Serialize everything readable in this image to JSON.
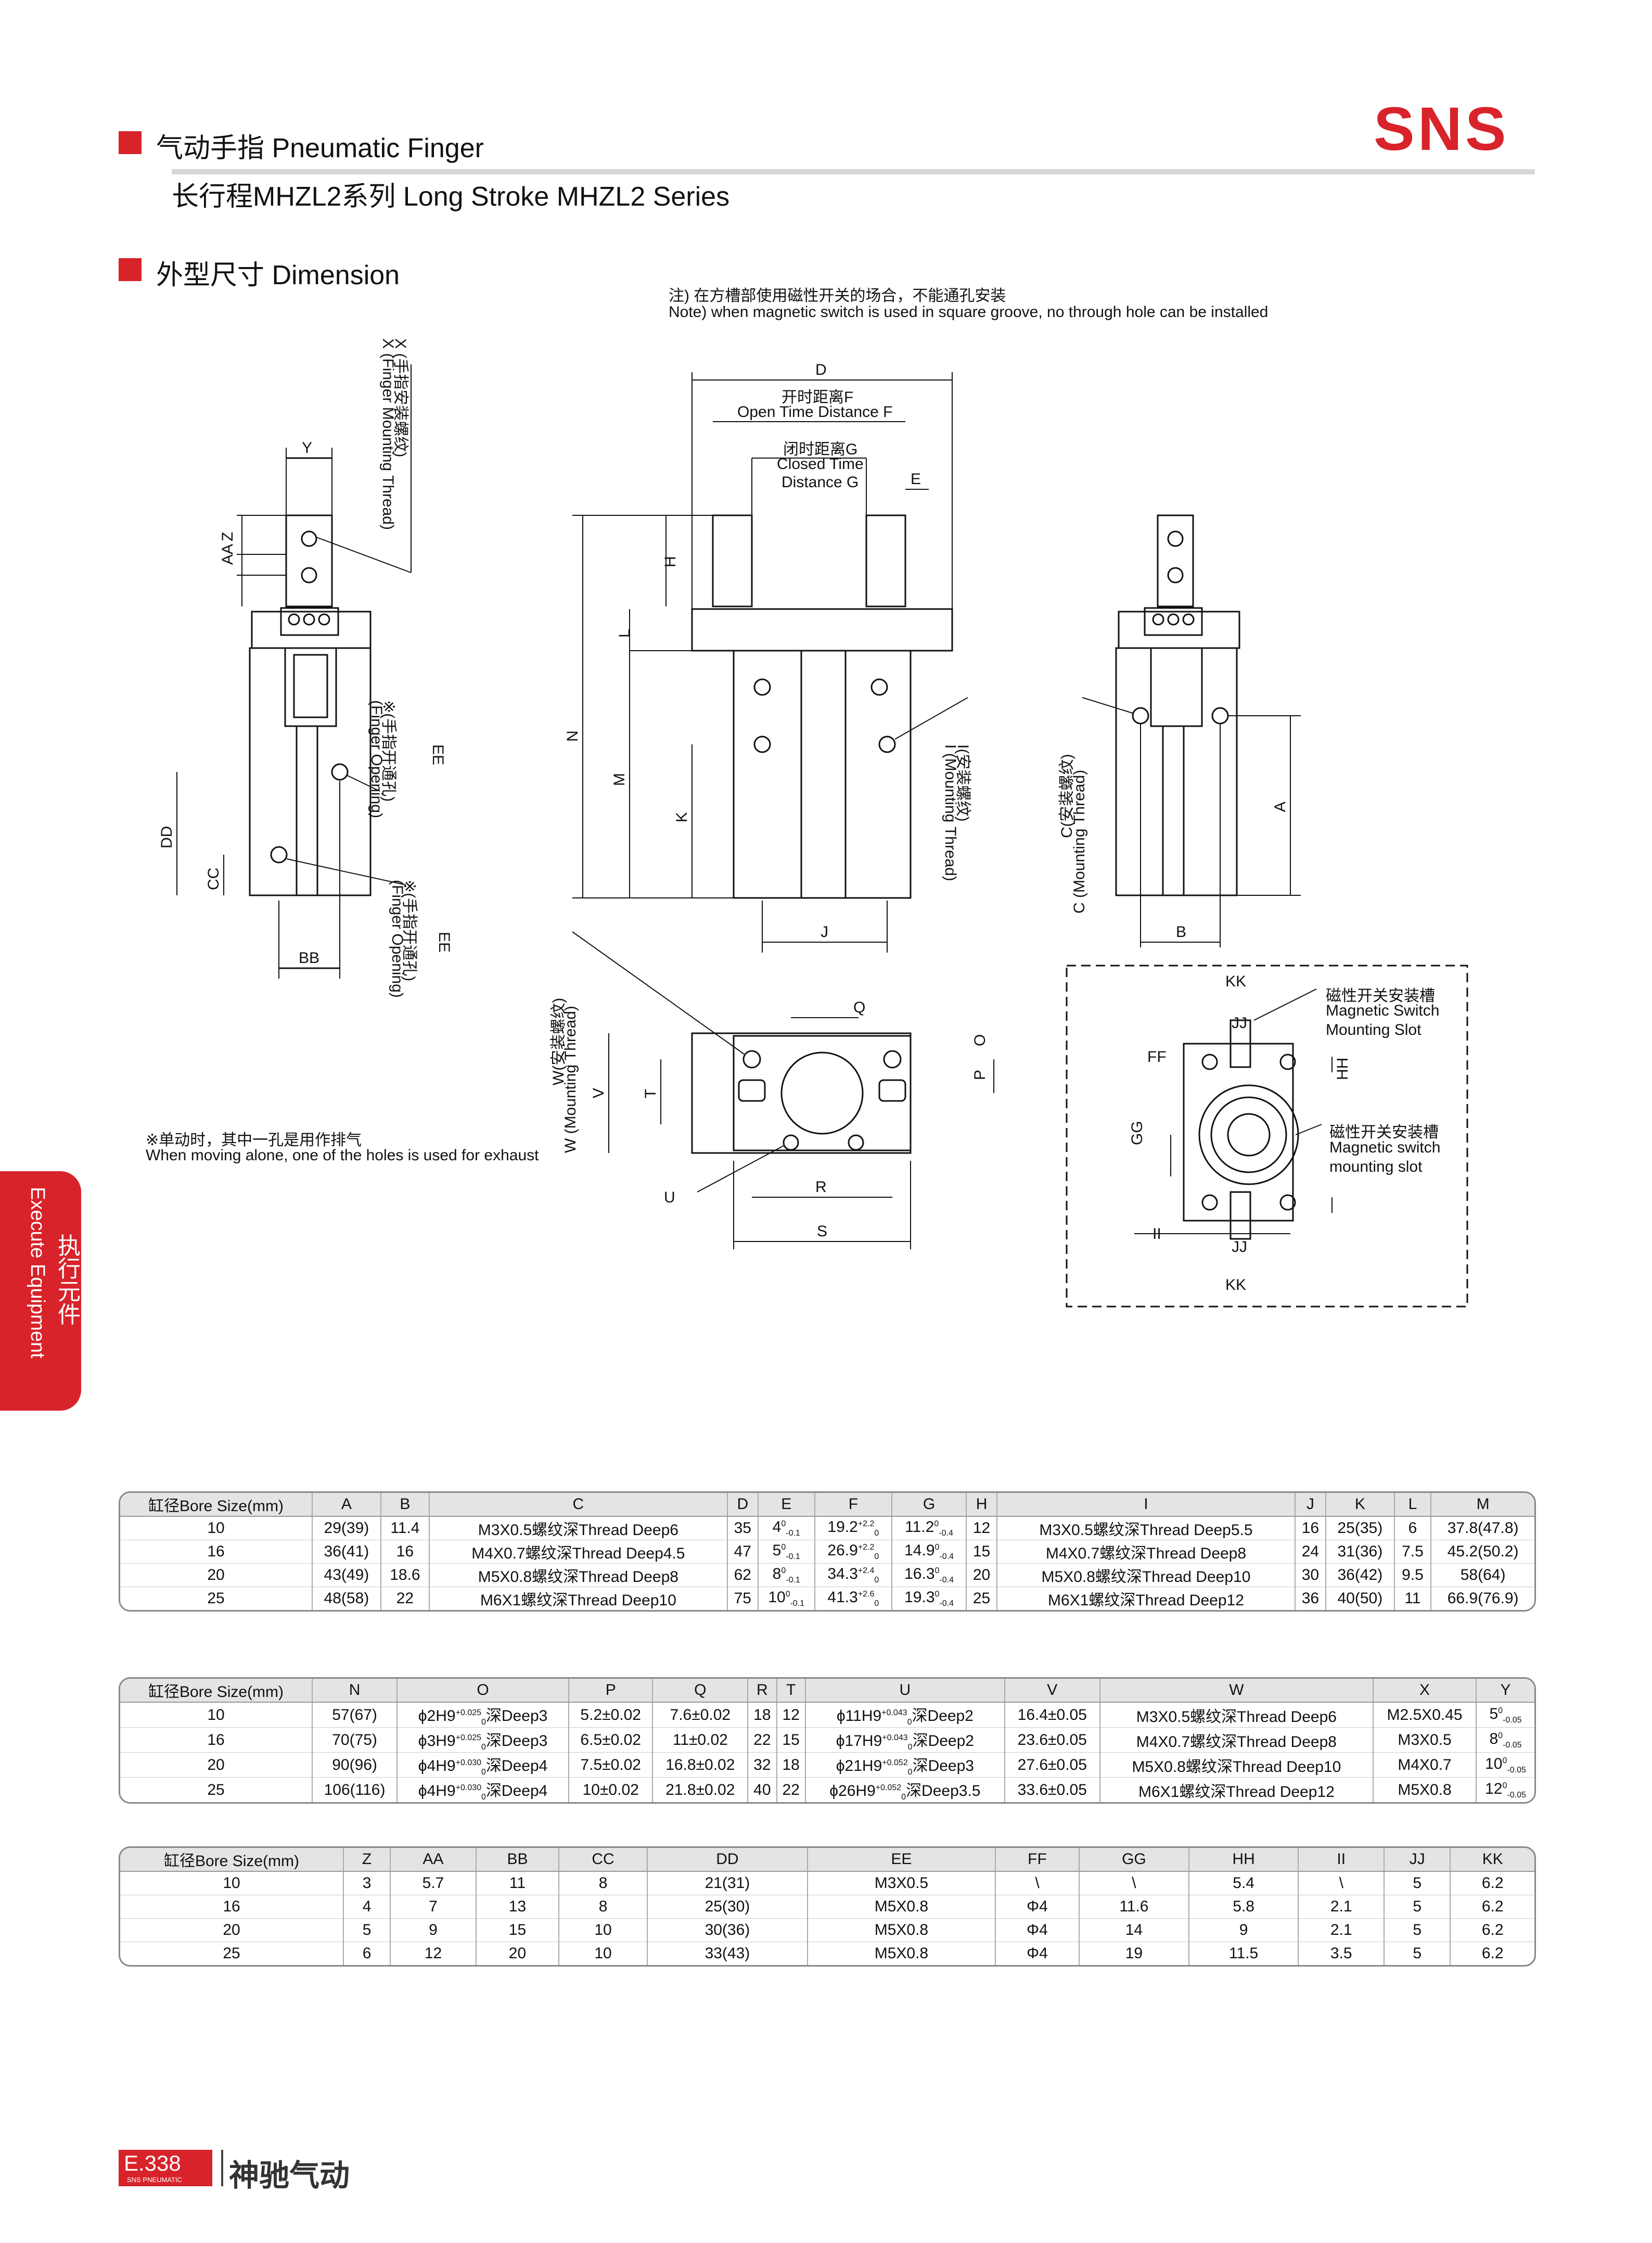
{
  "header": {
    "title": "气动手指 Pneumatic Finger",
    "subtitle": "长行程MHZL2系列 Long Stroke MHZL2 Series",
    "logo": "SNS",
    "accent_color": "#d8232a"
  },
  "section": {
    "title": "外型尺寸 Dimension"
  },
  "notes": {
    "groove_cn": "注) 在方槽部使用磁性开关的场合，不能通孔安装",
    "groove_en": "Note) when magnetic switch is used in square groove, no through hole can be installed",
    "exhaust_cn": "※单动时，其中一孔是用作排气",
    "exhaust_en": "When moving alone, one of the holes is used for exhaust"
  },
  "drawing_labels": {
    "x_cn": "X (手指安装螺纹)",
    "x_en": "X (Finger Mounting Thread)",
    "finger_open_cn": "※(手指开通孔)",
    "finger_open_en": "(Finger Opening)",
    "ee": "EE",
    "open_f_cn": "开时距离F",
    "open_f_en": "Open Time Distance F",
    "closed_g_cn": "闭时距离G",
    "closed_g_en1": "Closed Time",
    "closed_g_en2": "Distance G",
    "i_cn": "I(安装螺纹)",
    "i_en": "I (Mounting Thread)",
    "c_cn": "C(安装螺纹)",
    "c_en": "C (Mounting Thread)",
    "w_cn": "W(安装螺纹)",
    "w_en": "W (Mounting Thread)",
    "mag_slot_cn": "磁性开关安装槽",
    "mag_slot_en1": "Magnetic Switch",
    "mag_slot_en2": "Mounting Slot",
    "mag_slot2_cn": "磁性开关安装槽",
    "mag_slot2_en1": "Magnetic switch",
    "mag_slot2_en2": "mounting slot",
    "letters": [
      "D",
      "E",
      "H",
      "L",
      "N",
      "M",
      "K",
      "J",
      "A",
      "B",
      "Y",
      "Z",
      "AA",
      "DD",
      "CC",
      "BB",
      "Q",
      "O",
      "P",
      "T",
      "V",
      "U",
      "R",
      "S",
      "KK",
      "JJ",
      "FF",
      "HH",
      "GG",
      "II"
    ]
  },
  "side_tab": {
    "cn": "执行元件",
    "en": "Execute Equipment"
  },
  "table1": {
    "headers": [
      "缸径Bore Size(mm)",
      "A",
      "B",
      "C",
      "D",
      "E",
      "F",
      "G",
      "H",
      "I",
      "J",
      "K",
      "L",
      "M"
    ],
    "rows": [
      [
        "10",
        "29(39)",
        "11.4",
        "M3X0.5螺纹深Thread Deep6",
        "35",
        "4",
        "19.2",
        "11.2",
        "12",
        "M3X0.5螺纹深Thread Deep5.5",
        "16",
        "25(35)",
        "6",
        "37.8(47.8)"
      ],
      [
        "16",
        "36(41)",
        "16",
        "M4X0.7螺纹深Thread Deep4.5",
        "47",
        "5",
        "26.9",
        "14.9",
        "15",
        "M4X0.7螺纹深Thread Deep8",
        "24",
        "31(36)",
        "7.5",
        "45.2(50.2)"
      ],
      [
        "20",
        "43(49)",
        "18.6",
        "M5X0.8螺纹深Thread Deep8",
        "62",
        "8",
        "34.3",
        "16.3",
        "20",
        "M5X0.8螺纹深Thread Deep10",
        "30",
        "36(42)",
        "9.5",
        "58(64)"
      ],
      [
        "25",
        "48(58)",
        "22",
        "M6X1螺纹深Thread Deep10",
        "75",
        "10",
        "41.3",
        "19.3",
        "25",
        "M6X1螺纹深Thread Deep12",
        "36",
        "40(50)",
        "11",
        "66.9(76.9)"
      ]
    ],
    "tol_e": [
      "0",
      "-0.1"
    ],
    "tol_f": [
      "+2.2",
      "0"
    ],
    "tol_f2": [
      "+2.4",
      "0"
    ],
    "tol_f3": [
      "+2.6",
      "0"
    ],
    "tol_g": [
      "0",
      "-0.4"
    ]
  },
  "table2": {
    "headers": [
      "缸径Bore Size(mm)",
      "N",
      "O",
      "P",
      "Q",
      "R",
      "T",
      "U",
      "V",
      "W",
      "X",
      "Y"
    ],
    "rows": [
      [
        "10",
        "57(67)",
        "ϕ2H9",
        "深Deep3",
        "5.2±0.02",
        "7.6±0.02",
        "18",
        "12",
        "ϕ11H9",
        "深Deep2",
        "16.4±0.05",
        "M3X0.5螺纹深Thread Deep6",
        "M2.5X0.45",
        "5"
      ],
      [
        "16",
        "70(75)",
        "ϕ3H9",
        "深Deep3",
        "6.5±0.02",
        "11±0.02",
        "22",
        "15",
        "ϕ17H9",
        "深Deep2",
        "23.6±0.05",
        "M4X0.7螺纹深Thread Deep8",
        "M3X0.5",
        "8"
      ],
      [
        "20",
        "90(96)",
        "ϕ4H9",
        "深Deep4",
        "7.5±0.02",
        "16.8±0.02",
        "32",
        "18",
        "ϕ21H9",
        "深Deep3",
        "27.6±0.05",
        "M5X0.8螺纹深Thread Deep10",
        "M4X0.7",
        "10"
      ],
      [
        "25",
        "106(116)",
        "ϕ4H9",
        "深Deep4",
        "10±0.02",
        "21.8±0.02",
        "40",
        "22",
        "ϕ26H9",
        "深Deep3.5",
        "33.6±0.05",
        "M6X1螺纹深Thread Deep12",
        "M5X0.8",
        "12"
      ]
    ],
    "tol_o": [
      "+0.025",
      "0"
    ],
    "tol_o2": [
      "+0.030",
      "0"
    ],
    "tol_u": [
      "+0.043",
      "0"
    ],
    "tol_u2": [
      "+0.052",
      "0"
    ],
    "tol_y": [
      "0",
      "-0.05"
    ]
  },
  "table3": {
    "headers": [
      "缸径Bore Size(mm)",
      "Z",
      "AA",
      "BB",
      "CC",
      "DD",
      "EE",
      "FF",
      "GG",
      "HH",
      "II",
      "JJ",
      "KK"
    ],
    "rows": [
      [
        "10",
        "3",
        "5.7",
        "11",
        "8",
        "21(31)",
        "M3X0.5",
        "\\",
        "\\",
        "5.4",
        "\\",
        "5",
        "6.2"
      ],
      [
        "16",
        "4",
        "7",
        "13",
        "8",
        "25(30)",
        "M5X0.8",
        "Φ4",
        "11.6",
        "5.8",
        "2.1",
        "5",
        "6.2"
      ],
      [
        "20",
        "5",
        "9",
        "15",
        "10",
        "30(36)",
        "M5X0.8",
        "Φ4",
        "14",
        "9",
        "2.1",
        "5",
        "6.2"
      ],
      [
        "25",
        "6",
        "12",
        "20",
        "10",
        "33(43)",
        "M5X0.8",
        "Φ4",
        "19",
        "11.5",
        "3.5",
        "5",
        "6.2"
      ]
    ]
  },
  "footer": {
    "page": "E.338",
    "sub": "SNS PNEUMATIC",
    "brand": "神驰气动"
  }
}
